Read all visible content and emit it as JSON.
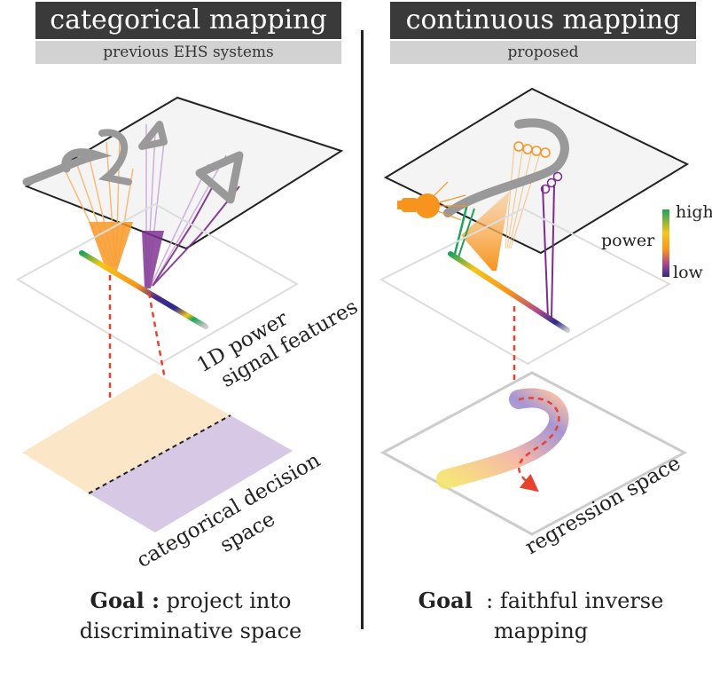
{
  "left_panel": {
    "title": "categorical mapping",
    "subtitle": "previous EHS systems",
    "feature_label_line1": "1D power",
    "feature_label_line2": "signal features",
    "decision_label_line1": "categorical decision",
    "decision_label_line2": "space",
    "goal_bold": "Goal :",
    "goal_text_line1": " project into",
    "goal_text_line2": "discriminative space"
  },
  "right_panel": {
    "title": "continuous mapping",
    "subtitle": "proposed",
    "legend_high": "high",
    "legend_mid": "power",
    "legend_low": "low",
    "regression_label": "regression space",
    "goal_bold": "Goal",
    "goal_text_line1": "  : faithful inverse",
    "goal_text_line2": "mapping"
  },
  "colors": {
    "header_bg": "#3a3a3a",
    "subheader_bg": "#d2d2d2",
    "orange": "#f7941d",
    "purple": "#7b2d8e",
    "green": "#1ea35a",
    "arrow_red": "#e8412e",
    "category_orange_fill": "#fbe7c8",
    "category_purple_fill": "#d7c9e6"
  }
}
